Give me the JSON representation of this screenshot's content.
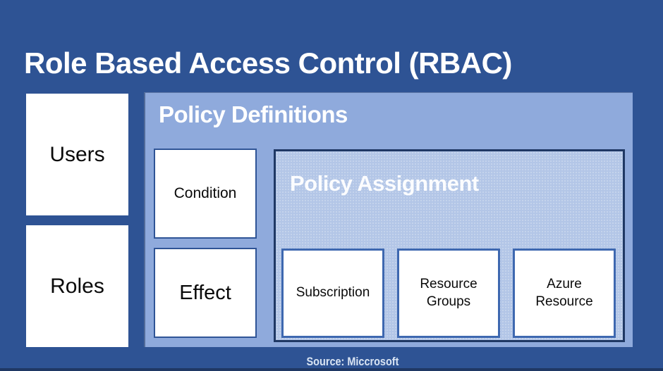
{
  "title": "Role Based Access Control (RBAC)",
  "left_column": {
    "boxes": [
      {
        "label": "Users"
      },
      {
        "label": "Roles"
      }
    ]
  },
  "policy_definitions": {
    "title": "Policy Definitions",
    "condition_label": "Condition",
    "effect_label": "Effect",
    "policy_assignment": {
      "title": "Policy Assignment",
      "boxes": [
        "Subscription",
        "Resource Groups",
        "Azure Resource"
      ]
    }
  },
  "footer": {
    "source": "Source: Miccrosoft"
  },
  "colors": {
    "background": "#2E5394",
    "bottom_strip": "#1F3864",
    "policy_definitions_panel": "#8FAADC",
    "policy_assignment_panel": "#B3C6E7",
    "cell_border_dark": "#2F5496",
    "cell_border_medium": "#3E68B0",
    "assignment_border": "#1F3864",
    "title_text": "#FFFFFF",
    "box_text": "#0A0A0A",
    "source_text": "#D9E4F3"
  }
}
